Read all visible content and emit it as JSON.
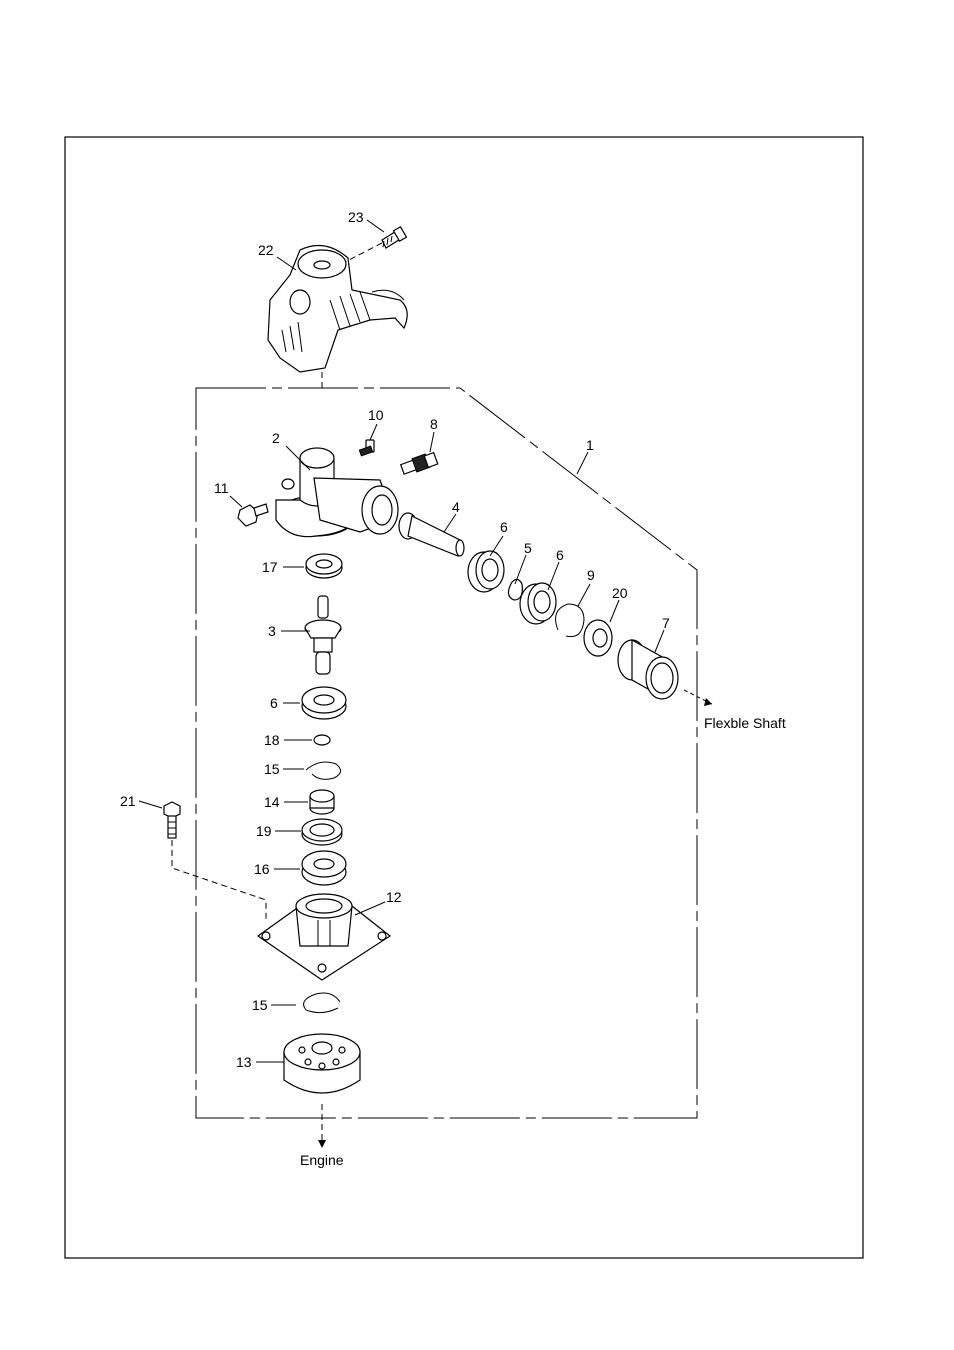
{
  "diagram": {
    "callouts": {
      "c1": "1",
      "c2": "2",
      "c3": "3",
      "c4": "4",
      "c5": "5",
      "c6a": "6",
      "c6b": "6",
      "c6c": "6",
      "c7": "7",
      "c8": "8",
      "c9": "9",
      "c10": "10",
      "c11": "11",
      "c12": "12",
      "c13": "13",
      "c14": "14",
      "c15a": "15",
      "c15b": "15",
      "c16": "16",
      "c17": "17",
      "c18": "18",
      "c19": "19",
      "c20": "20",
      "c21": "21",
      "c22": "22",
      "c23": "23"
    },
    "labels": {
      "flexible_shaft": "Flexble Shaft",
      "engine": "Engine"
    }
  }
}
